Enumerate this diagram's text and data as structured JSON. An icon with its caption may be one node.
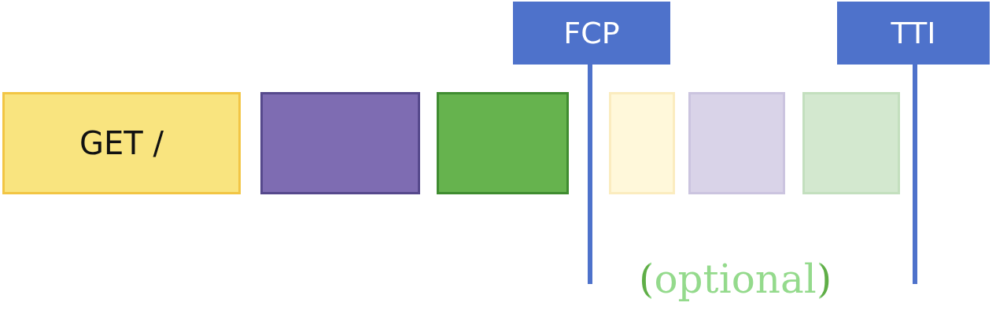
{
  "diagram": {
    "nodes": [
      {
        "text": [
          "GET /"
        ]
      },
      {
        "text": [],
        "shape": "box"
      },
      {
        "text": [],
        "shape": "box"
      },
      {
        "text": [],
        "shape": "box"
      },
      {
        "text": [],
        "shape": "box"
      },
      {
        "text": [],
        "shape": "box"
      },
      {
        "text": [
          "FCP"
        ]
      },
      {
        "text": [
          "TTI"
        ]
      }
    ],
    "labels": [
      "(optional)"
    ]
  }
}
